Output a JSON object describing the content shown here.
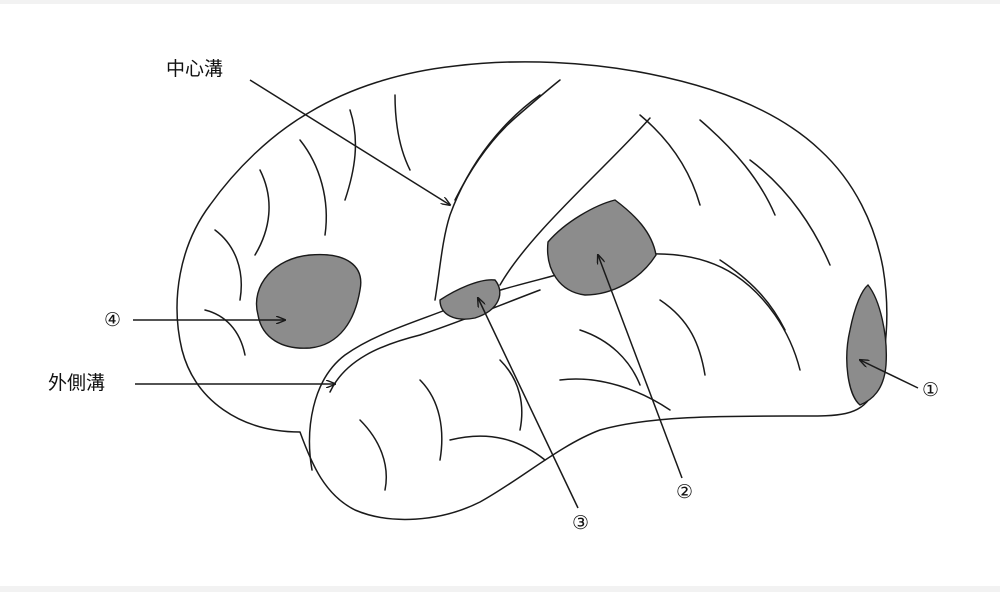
{
  "labels": {
    "central_sulcus": "中心溝",
    "lateral_sulcus": "外側溝",
    "area1": "①",
    "area2": "②",
    "area3": "③",
    "area4": "④"
  },
  "colors": {
    "background": "#f2f2f2",
    "panel": "#ffffff",
    "outline": "#1a1a1a",
    "shaded_area": "#8c8c8c"
  }
}
